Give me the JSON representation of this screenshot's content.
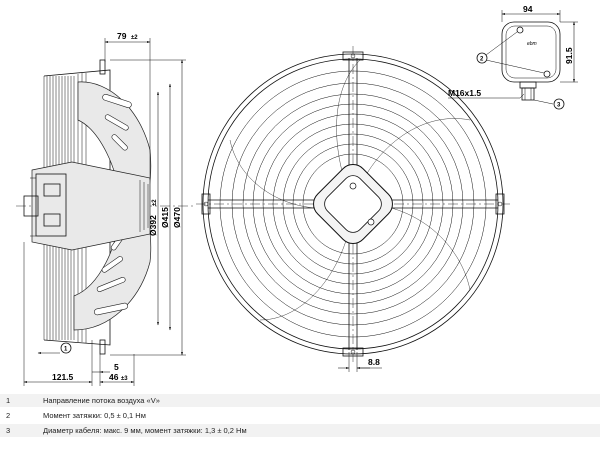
{
  "dimensions": {
    "d79": "79",
    "d79_tol": "±2",
    "d392": "Ø392",
    "d392_tol": "±2",
    "d415": "Ø415",
    "d470": "Ø470",
    "d121": "121.5",
    "d5": "5",
    "d46": "46",
    "d46_tol": "±3",
    "d88": "8.8",
    "d94": "94",
    "d915": "91.5",
    "thread": "M16x1.5"
  },
  "callouts": {
    "c1": "1",
    "c2": "2",
    "c3": "3"
  },
  "box_brand": "ebm",
  "legend": [
    {
      "num": "1",
      "text": "Направление потока воздуха «V»"
    },
    {
      "num": "2",
      "text": "Момент затяжки: 0,5 ± 0,1 Нм"
    },
    {
      "num": "3",
      "text": "Диаметр кабеля: макс. 9 мм, момент затяжки: 1,3 ± 0,2 Нм"
    }
  ]
}
